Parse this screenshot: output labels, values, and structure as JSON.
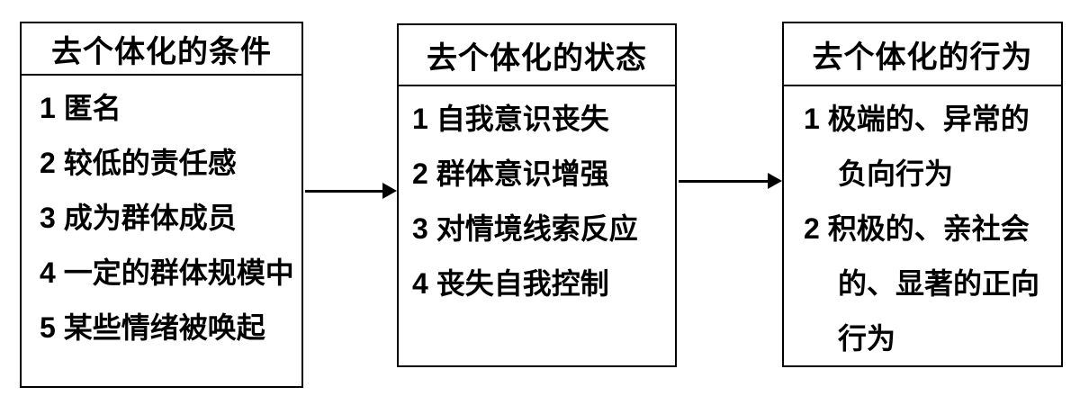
{
  "colors": {
    "text": "#000000",
    "border": "#000000",
    "background": "#ffffff"
  },
  "boxes": [
    {
      "id": "conditions",
      "title": "去个体化的条件",
      "items": [
        "1 匿名",
        "2 较低的责任感",
        "3 成为群体成员",
        "4 一定的群体规模中",
        "5 某些情绪被唤起"
      ]
    },
    {
      "id": "state",
      "title": "去个体化的状态",
      "items": [
        "1 自我意识丧失",
        "2 群体意识增强",
        "3 对情境线索反应",
        "4 丧失自我控制"
      ]
    },
    {
      "id": "behavior",
      "title": "去个体化的行为",
      "items": [
        "1 极端的、异常的",
        "负向行为",
        "2 积极的、亲社会",
        "的、显著的正向",
        "行为"
      ]
    }
  ]
}
